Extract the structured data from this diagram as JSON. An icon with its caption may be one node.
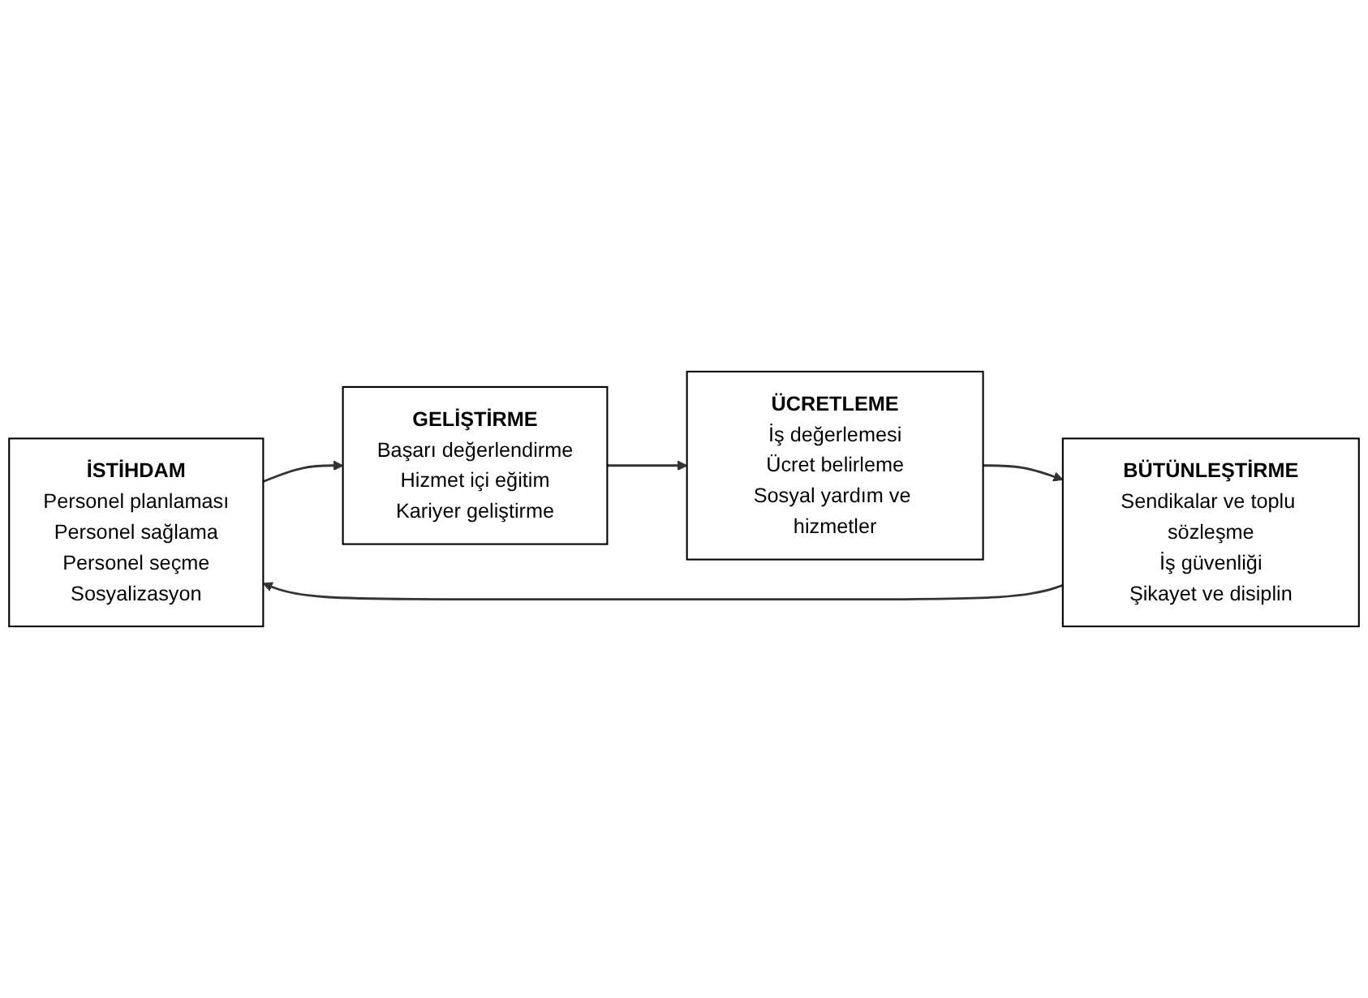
{
  "diagram": {
    "nodes": [
      {
        "text": [
          "İSTİHDAM",
          "Personel planlaması",
          "Personel sağlama",
          "Personel seçme",
          "Sosyalizasyon"
        ]
      },
      {
        "text": [
          "BÜTÜNLEŞTİRME",
          "Sendikalar ve toplu sözleşme",
          "İş güvenliği",
          "Şikayet ve disiplin"
        ]
      },
      {
        "text": [
          "GELİŞTİRME",
          "Başarı değerlendirme",
          "Hizmet içi eğitim",
          "Kariyer geliştirme"
        ]
      },
      {
        "text": [
          "ÜCRETLEME",
          "İş değerlemesi",
          "Ücret belirleme",
          "Sosyal yardım ve hizmetler"
        ]
      }
    ],
    "edges": [
      {
        "from": 1,
        "to": 0,
        "arrow": "to"
      },
      {
        "from": 0,
        "to": 2,
        "arrow": "to"
      },
      {
        "from": 2,
        "to": 3,
        "arrow": "to"
      },
      {
        "from": 3,
        "to": 1,
        "arrow": "to"
      }
    ]
  }
}
